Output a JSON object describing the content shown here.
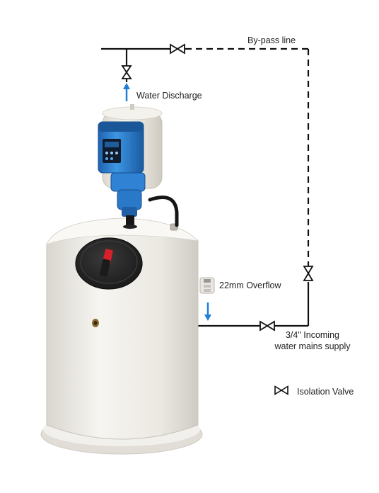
{
  "labels": {
    "bypass": "By-pass line",
    "discharge": "Water Discharge",
    "overflow": "22mm Overflow",
    "incoming_line1": "3/4\" Incoming",
    "incoming_line2": "water mains supply",
    "legend": "Isolation Valve"
  },
  "icons": {
    "valve": "bowtie-valve-icon",
    "flow": "arrow-icon",
    "pump": "booster-pump-icon",
    "tank": "cylinder-tank-icon"
  },
  "colors": {
    "pipe": "#111111",
    "flow_arrow": "#1f7fd6",
    "pump_body": "#2a7fd0",
    "tank_body": "#efece6",
    "lid": "#2b2b2b",
    "lid_handle": "#d8202a"
  }
}
